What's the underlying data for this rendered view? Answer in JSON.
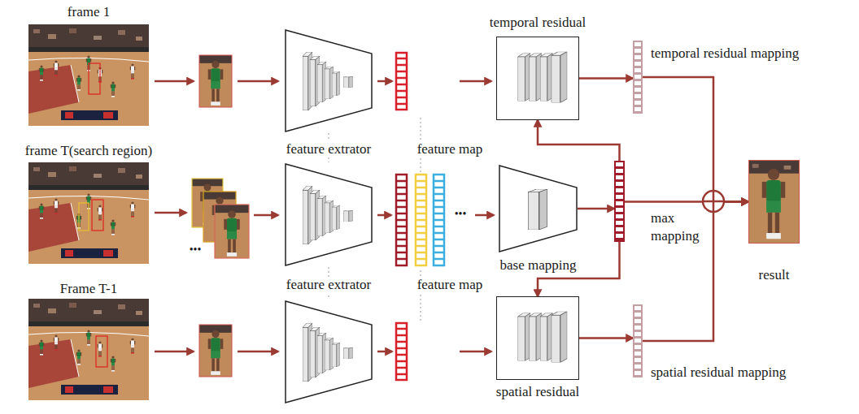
{
  "diagram": {
    "nodes": [
      {
        "text": [
          "temporal residual"
        ]
      },
      {
        "text": [
          "base mapping"
        ]
      },
      {
        "text": [
          "max mapping"
        ]
      },
      {
        "text": [
          "spatial residual"
        ]
      },
      {
        "text": [
          "temporal residual mapping"
        ]
      },
      {
        "text": [
          "spatial residual mapping"
        ]
      },
      {
        "text": [
          "result"
        ]
      }
    ],
    "edges": [
      {
        "from": 1,
        "to": 2,
        "arrow": "to"
      },
      {
        "from": 2,
        "to": 0,
        "arrow": "to"
      },
      {
        "from": 2,
        "to": 3,
        "arrow": "to"
      },
      {
        "from": 0,
        "to": 4,
        "arrow": "to"
      },
      {
        "from": 3,
        "to": 5,
        "arrow": "to"
      },
      {
        "from": 4,
        "to": 6,
        "arrow": "to"
      },
      {
        "from": 2,
        "to": 6,
        "arrow": "to"
      },
      {
        "from": 5,
        "to": 6,
        "arrow": "to"
      }
    ],
    "labels": [
      "frame 1",
      "frame T(search region)",
      "•••",
      "feature extrator",
      "feature map",
      "•••",
      "feature extrator",
      "feature map",
      "Frame T-1"
    ]
  }
}
